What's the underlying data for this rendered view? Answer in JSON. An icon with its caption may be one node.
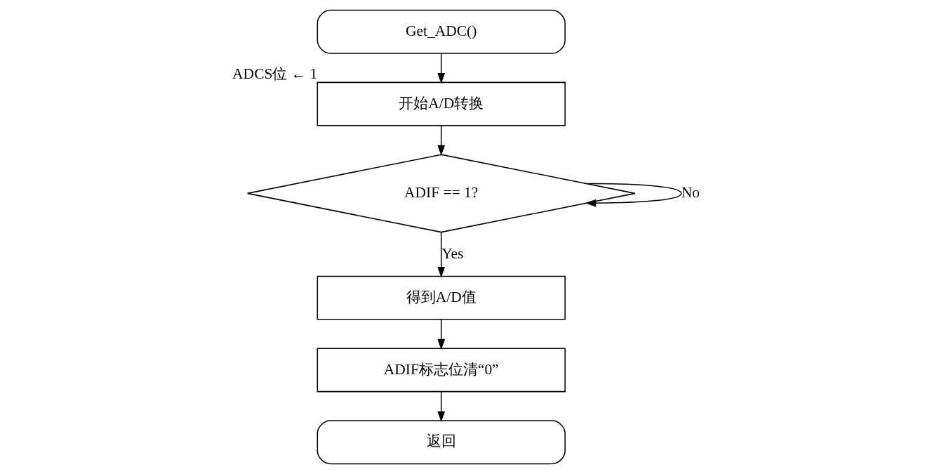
{
  "diagram": {
    "nodes": [
      {
        "text": [
          "Get_ADC()"
        ]
      },
      {
        "text": [
          "开始A/D转换"
        ],
        "beside": [
          "ADCS位 ← 1"
        ]
      },
      {
        "text": [
          "ADIF == 1?"
        ]
      },
      {
        "text": [
          "得到A/D值"
        ]
      },
      {
        "text": [
          "ADIF标志位清“0”"
        ]
      },
      {
        "text": [
          "返回"
        ]
      }
    ],
    "edges": [
      {
        "from": 0,
        "to": 1,
        "arrow": "to"
      },
      {
        "from": 1,
        "to": 2,
        "arrow": "to"
      },
      {
        "from": 2,
        "to": 2,
        "arrow": "to",
        "label": "No"
      },
      {
        "from": 2,
        "to": 3,
        "arrow": "to",
        "label": "Yes"
      },
      {
        "from": 3,
        "to": 4,
        "arrow": "to"
      },
      {
        "from": 4,
        "to": 5,
        "arrow": "to"
      }
    ]
  }
}
